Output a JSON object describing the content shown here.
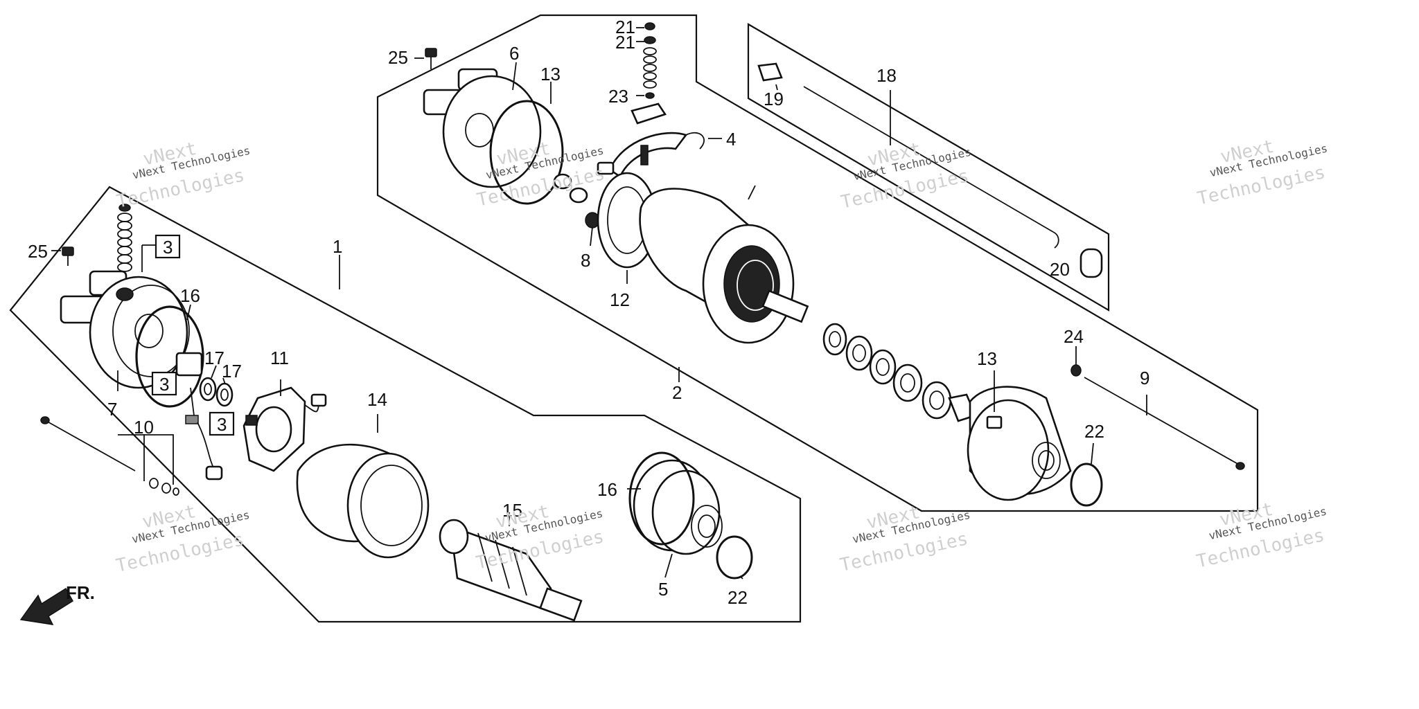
{
  "labels": {
    "l1": "1",
    "l2": "2",
    "l3a": "3",
    "l3b": "3",
    "l3c": "3",
    "l4": "4",
    "l5": "5",
    "l6": "6",
    "l7": "7",
    "l8": "8",
    "l9": "9",
    "l10": "10",
    "l11": "11",
    "l12": "12",
    "l13a": "13",
    "l13b": "13",
    "l14": "14",
    "l15": "15",
    "l16a": "16",
    "l16b": "16",
    "l17a": "17",
    "l17b": "17",
    "l18": "18",
    "l19": "19",
    "l20": "20",
    "l21a": "21",
    "l21b": "21",
    "l22a": "22",
    "l22b": "22",
    "l23": "23",
    "l24": "24",
    "l25a": "25",
    "l25b": "25",
    "fr": "FR."
  },
  "watermark": {
    "line_small": "vNext Technologies",
    "brand": "vNext",
    "word": "Technologies"
  }
}
